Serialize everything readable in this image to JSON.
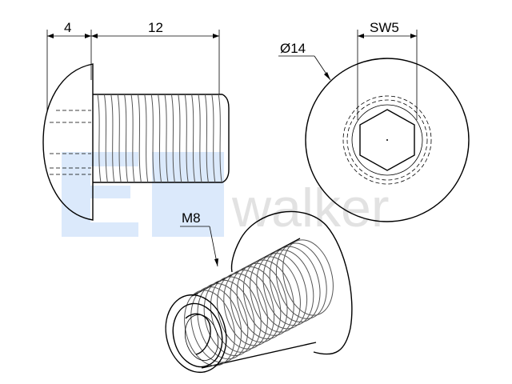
{
  "dimensions": {
    "head_height": "4",
    "thread_length": "12",
    "head_diameter": "Ø14",
    "socket_size": "SW5",
    "thread_spec": "M8"
  },
  "watermark": {
    "text": "walker",
    "colors": {
      "blue_block": "#dbe9fb",
      "grey_text": "#e2e2e2"
    }
  }
}
